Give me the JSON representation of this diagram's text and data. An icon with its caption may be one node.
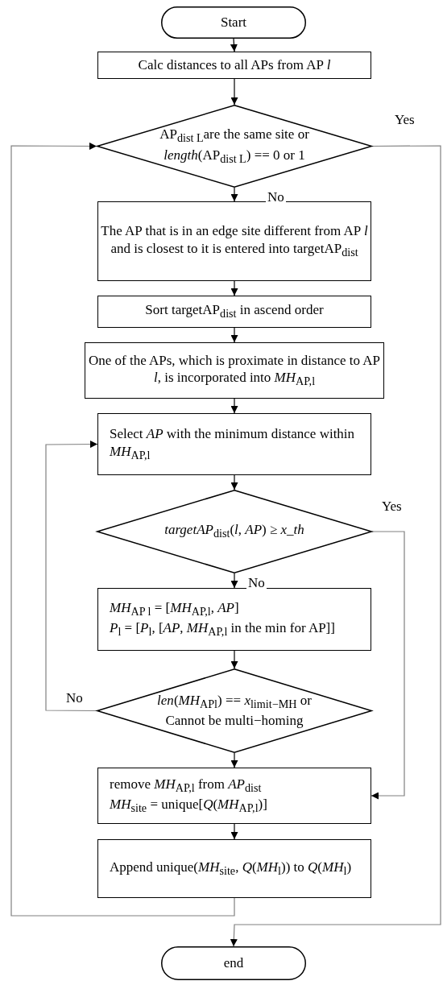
{
  "diagram": {
    "nodes": [
      {
        "text": [
          "Start"
        ]
      },
      {
        "text": [
          "Calc distances to all APs from AP *l*"
        ]
      },
      {
        "text": [
          "AP$_{dist L}$are the same site or *length*(AP$_{dist L}$) == 0 or 1"
        ]
      },
      {
        "text": [
          "The AP that is in an edge site different from AP *l* and is closest to it is entered into targetAP$_{dist}$"
        ]
      },
      {
        "text": [
          "Sort targetAP$_{dist}$ in ascend order"
        ]
      },
      {
        "text": [
          "One of the APs, which is proximate in distance to AP *l*, is incorporated into *MH*$_{AP,l}$"
        ]
      },
      {
        "text": [
          "Select *AP* with the minimum distance within *MH*$_{AP,l}$"
        ]
      },
      {
        "text": [
          "*targetAP*$_{dist}$(*l*, *AP*) ≥ *x_th*"
        ]
      },
      {
        "text": [
          "*MH*$_{AP l}$ = [*MH*$_{AP,l}$, *AP*]",
          "*P*$_{l}$ = [*P*$_{l}$, [*AP*, *MH*$_{AP,l}$ in the min for AP]]"
        ]
      },
      {
        "text": [
          "*len*(*MH*$_{APl}$) == *x*$_{limit−MH}$ or Cannot be multi−homing"
        ]
      },
      {
        "text": [
          "remove *MH*$_{AP,l}$ from *AP*$_{dist}$",
          "*MH*$_{site}$ = unique[*Q*(*MH*$_{AP,l}$)]"
        ]
      },
      {
        "text": [
          "Append unique(*MH*$_{site}$, *Q*(*MH*$_{l}$)) to *Q*(*MH*$_{l}$)"
        ]
      },
      {
        "text": [
          "end"
        ]
      }
    ],
    "edges": [
      {
        "from": 0,
        "to": 1,
        "arrow": "to"
      },
      {
        "from": 1,
        "to": 2,
        "arrow": "to"
      },
      {
        "from": 2,
        "to": 3,
        "arrow": "to",
        "label": "No"
      },
      {
        "from": 2,
        "to": 12,
        "arrow": "to",
        "label": "Yes",
        "color": "#808080"
      },
      {
        "from": 3,
        "to": 4,
        "arrow": "to"
      },
      {
        "from": 4,
        "to": 5,
        "arrow": "to"
      },
      {
        "from": 5,
        "to": 6,
        "arrow": "to"
      },
      {
        "from": 6,
        "to": 7,
        "arrow": "to"
      },
      {
        "from": 7,
        "to": 8,
        "arrow": "to",
        "label": "No"
      },
      {
        "from": 7,
        "to": 10,
        "arrow": "to",
        "label": "Yes",
        "color": "#808080"
      },
      {
        "from": 8,
        "to": 9,
        "arrow": "to"
      },
      {
        "from": 9,
        "to": 6,
        "arrow": "to",
        "label": "No",
        "color": "#808080"
      },
      {
        "from": 9,
        "to": 10,
        "arrow": "to"
      },
      {
        "from": 10,
        "to": 11,
        "arrow": "to"
      },
      {
        "from": 11,
        "to": 2,
        "arrow": "to",
        "color": "#808080"
      }
    ]
  }
}
